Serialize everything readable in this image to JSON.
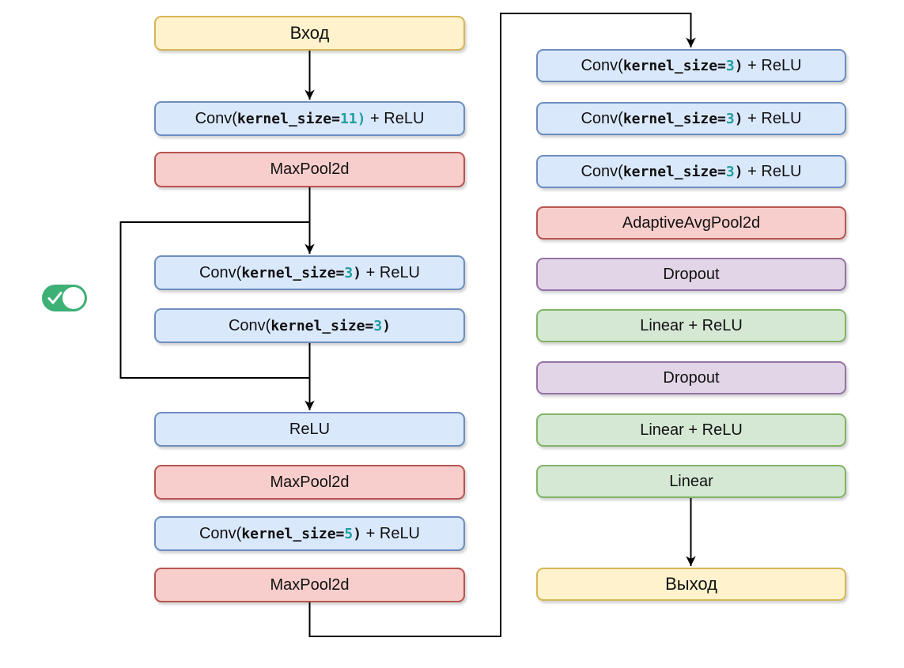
{
  "diagram": {
    "title_note": "CNN architecture flowchart",
    "toggle": {
      "name": "residual-toggle",
      "state": "on",
      "on_color": "#3cb075",
      "knob_color": "#ffffff",
      "icon": "check"
    },
    "palette": {
      "yellow": {
        "fill": "#fff2cc",
        "stroke": "#d6b656"
      },
      "blue": {
        "fill": "#dae8fc",
        "stroke": "#6c8ebf"
      },
      "red": {
        "fill": "#f8cecc",
        "stroke": "#b85450"
      },
      "purple": {
        "fill": "#e1d5e7",
        "stroke": "#9673a6"
      },
      "green": {
        "fill": "#d5e8d4",
        "stroke": "#82b366"
      },
      "line": "#000000",
      "code_accent": "#1f9e9e"
    },
    "nodes": [
      {
        "id": "input",
        "type": "yellow",
        "label": "Вход"
      },
      {
        "id": "conv-k11",
        "type": "blue",
        "pre": "Conv(",
        "kw": "kernel_size=",
        "val": "11)",
        "close": "",
        "post": " + ReLU"
      },
      {
        "id": "maxpool-1",
        "type": "red",
        "label": "MaxPool2d"
      },
      {
        "id": "conv-k3-a",
        "type": "blue",
        "pre": "Conv(",
        "kw": "kernel_size=",
        "val": "3",
        "close": ")",
        "post": " + ReLU"
      },
      {
        "id": "conv-k3-b",
        "type": "blue",
        "pre": "Conv(",
        "kw": "kernel_size=",
        "val": "3",
        "close": ")",
        "post": ""
      },
      {
        "id": "relu",
        "type": "blue",
        "label": "ReLU"
      },
      {
        "id": "maxpool-2",
        "type": "red",
        "label": "MaxPool2d"
      },
      {
        "id": "conv-k5",
        "type": "blue",
        "pre": "Conv(",
        "kw": "kernel_size=",
        "val": "5",
        "close": ")",
        "post": " + ReLU"
      },
      {
        "id": "maxpool-3",
        "type": "red",
        "label": "MaxPool2d"
      },
      {
        "id": "conv-k3-c",
        "type": "blue",
        "pre": "Conv(",
        "kw": "kernel_size=",
        "val": "3",
        "close": ")",
        "post": " + ReLU"
      },
      {
        "id": "conv-k3-d",
        "type": "blue",
        "pre": "Conv(",
        "kw": "kernel_size=",
        "val": "3",
        "close": ")",
        "post": " + ReLU"
      },
      {
        "id": "conv-k3-e",
        "type": "blue",
        "pre": "Conv(",
        "kw": "kernel_size=",
        "val": "3",
        "close": ")",
        "post": " + ReLU"
      },
      {
        "id": "adaptive-avg",
        "type": "red",
        "label": "AdaptiveAvgPool2d"
      },
      {
        "id": "dropout-1",
        "type": "purple",
        "label": "Dropout"
      },
      {
        "id": "linear-relu-1",
        "type": "green",
        "label": "Linear + ReLU"
      },
      {
        "id": "dropout-2",
        "type": "purple",
        "label": "Dropout"
      },
      {
        "id": "linear-relu-2",
        "type": "green",
        "label": "Linear + ReLU"
      },
      {
        "id": "linear-out",
        "type": "green",
        "label": "Linear"
      },
      {
        "id": "output",
        "type": "yellow",
        "label": "Выход"
      }
    ]
  }
}
